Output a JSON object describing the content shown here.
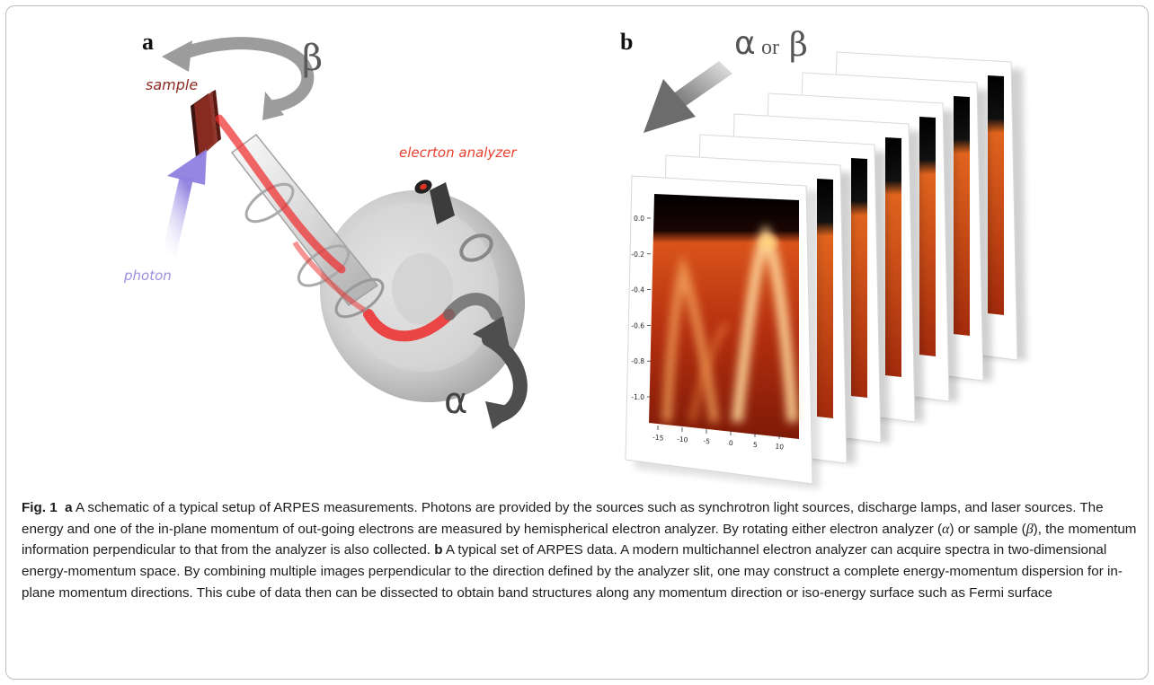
{
  "panel_a": {
    "label": "a",
    "sample_label": "sample",
    "photon_label": "photon",
    "analyzer_label": "elecrton analyzer",
    "alpha_symbol": "α",
    "beta_symbol": "β"
  },
  "panel_b": {
    "label": "b",
    "stack_alpha": "α",
    "stack_or": "or",
    "stack_beta": "β",
    "y_ticks": [
      "0.0",
      "-0.2",
      "-0.4",
      "-0.6",
      "-0.8",
      "-1.0"
    ],
    "x_ticks": [
      "-15",
      "-10",
      "-5",
      "0",
      "5",
      "10"
    ]
  },
  "caption": {
    "fig_label": "Fig. 1",
    "a_label": "a",
    "part1": " A schematic of a typical setup of ARPES measurements. Photons are provided by the sources such as synchrotron light sources, discharge lamps, and laser sources. The energy and one of the in-plane momentum of out-going electrons are measured by hemispherical electron analyzer. By rotating either electron analyzer (",
    "alpha": "α",
    "part2": ") or sample (",
    "beta": "β",
    "part3": "), the momentum information perpendicular to that from the analyzer is also collected. ",
    "b_label": "b",
    "part4": " A typical set of ARPES data. A modern multichannel electron analyzer can acquire spectra in two-dimensional energy-momentum space. By combining multiple images perpendicular to the direction defined by the analyzer slit, one may construct a complete energy-momentum dispersion for in-plane momentum directions. This cube of data then can be dissected to obtain band structures along any momentum direction or iso-energy surface such as Fermi surface"
  },
  "colors": {
    "sample": "#8b2b22",
    "photon": "#9b8fe0",
    "beam": "#ee2a2a",
    "analyzer_label": "#e8402f",
    "arrow_gray": "#8a8a8a",
    "dark_arrow": "#4a4a4a"
  }
}
